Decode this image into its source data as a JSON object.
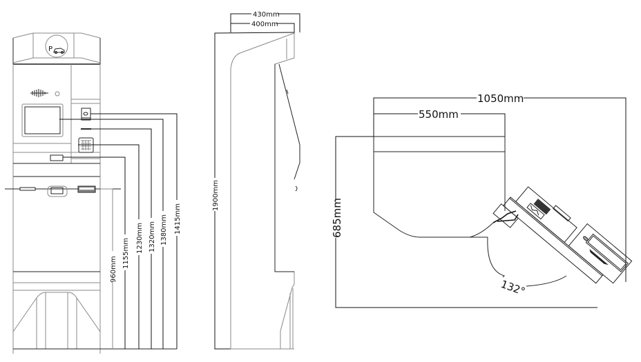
{
  "front_view": {
    "heights": [
      {
        "label": "960mm",
        "value": 960
      },
      {
        "label": "1155mm",
        "value": 1155
      },
      {
        "label": "1230mm",
        "value": 1230
      },
      {
        "label": "1320mm",
        "value": 1320
      },
      {
        "label": "1380mm",
        "value": 1380
      },
      {
        "label": "1415mm",
        "value": 1415
      }
    ],
    "logo": "P"
  },
  "side_view": {
    "depth_outer": "430mm",
    "depth_inner": "400mm",
    "total_height": "1900mm"
  },
  "top_view": {
    "overall_width": "1050mm",
    "body_width": "550mm",
    "depth": "685mm",
    "angle": "132°"
  },
  "colors": {
    "line": "#222222",
    "background": "#ffffff"
  }
}
